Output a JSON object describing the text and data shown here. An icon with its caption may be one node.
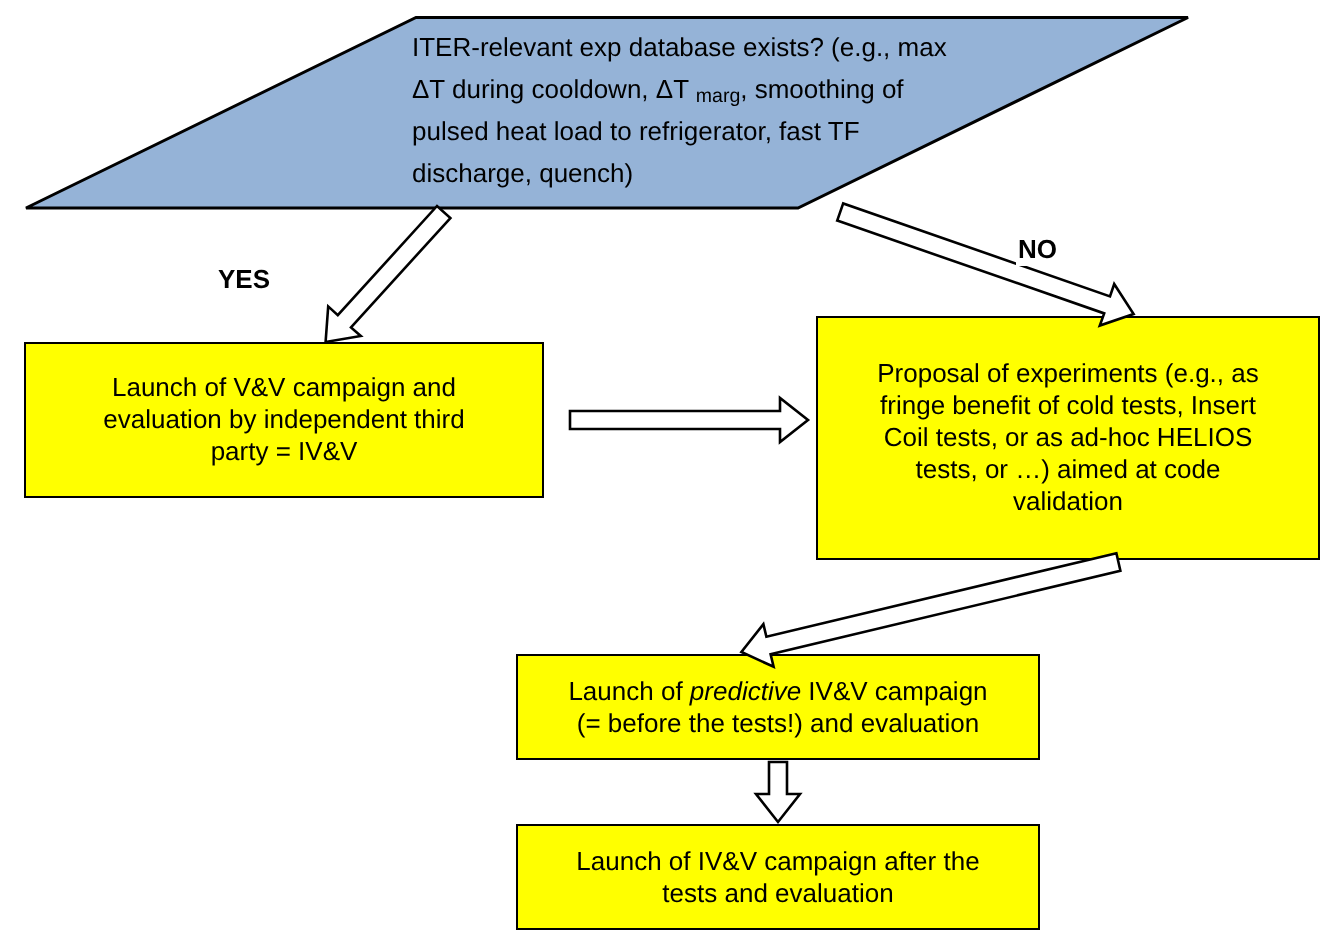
{
  "diagram": {
    "nodes": [
      {
        "text": [
          "ITER-relevant exp database exists? (e.g., max ΔT during cooldown, ΔT $_{marg}$, smoothing of pulsed heat load to refrigerator, fast TF discharge, quench)"
        ]
      },
      {
        "text": [
          "Launch of V&V campaign and evaluation by independent third party = IV&V"
        ]
      },
      {
        "text": [
          "Proposal of experiments (e.g., as fringe benefit of cold tests, Insert Coil tests, or as ad-hoc HELIOS tests, or …) aimed at code validation"
        ]
      },
      {
        "text": [
          "Launch of *predictive* IV&V campaign (= before the tests!) and evaluation"
        ]
      },
      {
        "text": [
          "Launch of IV&V campaign after the tests and evaluation"
        ]
      }
    ],
    "edges": [
      {
        "from": 0,
        "to": 1,
        "arrow": "to",
        "label": "YES"
      },
      {
        "from": 0,
        "to": 2,
        "arrow": "to",
        "label": "NO"
      },
      {
        "from": 1,
        "to": 2,
        "arrow": "to"
      },
      {
        "from": 2,
        "to": 3,
        "arrow": "to"
      },
      {
        "from": 3,
        "to": 4,
        "arrow": "to"
      }
    ]
  }
}
